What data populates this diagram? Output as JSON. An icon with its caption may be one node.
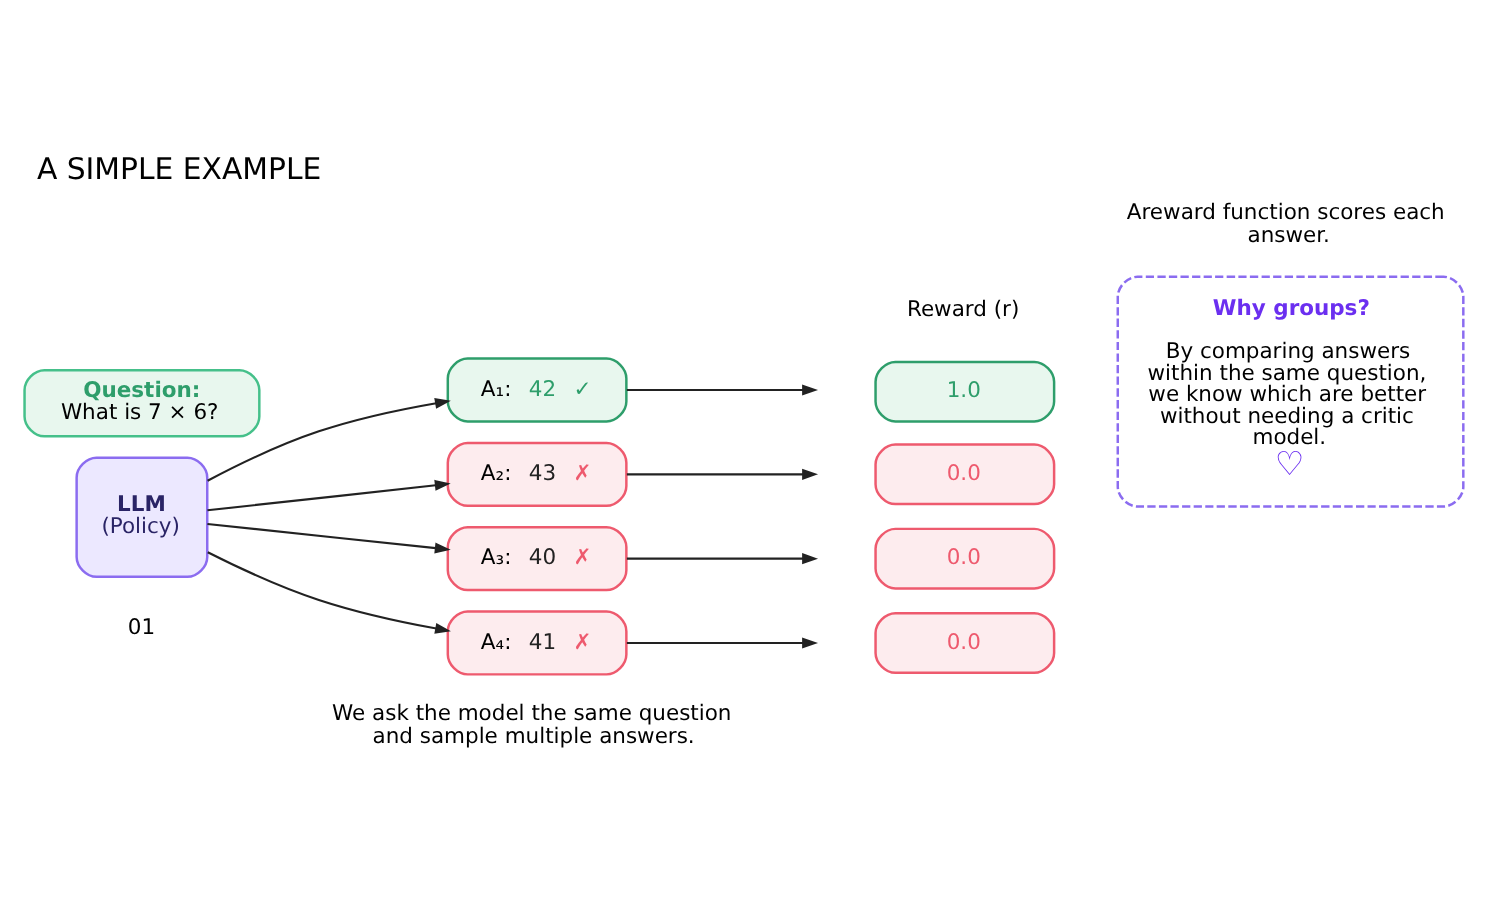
{
  "diagram": {
    "title": "A SIMPLE EXAMPLE",
    "nodes": [
      {
        "text": [
          "Question:",
          "What is 7 × 6?"
        ]
      },
      {
        "text": [
          "LLM",
          "(Policy)"
        ]
      },
      {
        "text": [
          "A₁:",
          "42",
          "✓"
        ]
      },
      {
        "text": [
          "A₂:",
          "43",
          "✗"
        ]
      },
      {
        "text": [
          "A₃:",
          "40",
          "✗"
        ]
      },
      {
        "text": [
          "A₄:",
          "41",
          "✗"
        ]
      },
      {
        "text": [
          "1.0"
        ]
      },
      {
        "text": [
          "0.0"
        ]
      },
      {
        "text": [
          "0.0"
        ]
      },
      {
        "text": [
          "0.0"
        ]
      },
      {
        "text": [
          "Why groups?",
          "By comparing answers within the same question, we know which are better without needing a critic model.",
          "♡"
        ]
      }
    ],
    "edges": [
      {
        "from": 1,
        "to": 2,
        "arrow": "to"
      },
      {
        "from": 1,
        "to": 3,
        "arrow": "to"
      },
      {
        "from": 1,
        "to": 4,
        "arrow": "to"
      },
      {
        "from": 1,
        "to": 5,
        "arrow": "to"
      },
      {
        "from": 2,
        "to": null,
        "arrow": "to"
      },
      {
        "from": 3,
        "to": null,
        "arrow": "to"
      },
      {
        "from": 4,
        "to": null,
        "arrow": "to"
      },
      {
        "from": 5,
        "to": null,
        "arrow": "to"
      }
    ],
    "labels": [
      "01",
      "We ask the model the same question and sample multiple answers.",
      "Areward function scores each answer.",
      "Reward (r)"
    ]
  }
}
